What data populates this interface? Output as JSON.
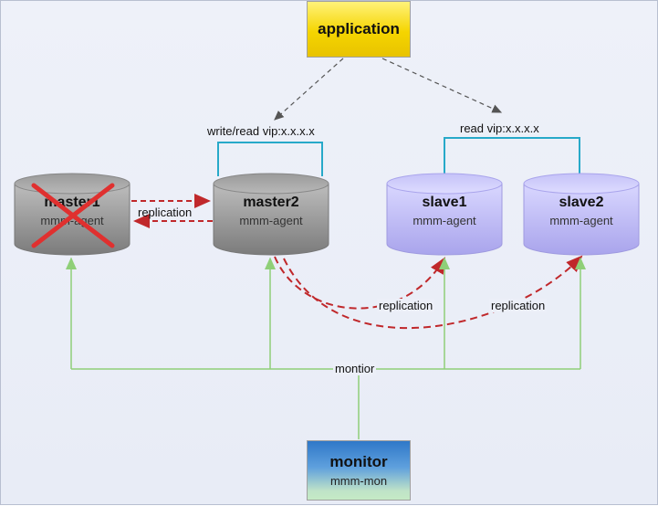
{
  "application": {
    "label": "application"
  },
  "monitor": {
    "label": "monitor",
    "sub": "mmm-mon"
  },
  "nodes": {
    "master1": {
      "name": "master1",
      "agent": "mmm-agent"
    },
    "master2": {
      "name": "master2",
      "agent": "mmm-agent"
    },
    "slave1": {
      "name": "slave1",
      "agent": "mmm-agent"
    },
    "slave2": {
      "name": "slave2",
      "agent": "mmm-agent"
    }
  },
  "labels": {
    "write_vip": "write/read vip:x.x.x.x",
    "read_vip": "read vip:x.x.x.x",
    "replication_masters": "replication",
    "replication_slave1": "replication",
    "replication_slave2": "replication",
    "monitor_bus": "montior"
  },
  "colors": {
    "gray_node": "#8a8a8a",
    "purple_node": "#b9b6f4",
    "replication_arrow": "#c0282b",
    "vip_bracket": "#27a9c9",
    "monitor_line": "#8fcf78",
    "failed_cross": "#e0302f"
  }
}
